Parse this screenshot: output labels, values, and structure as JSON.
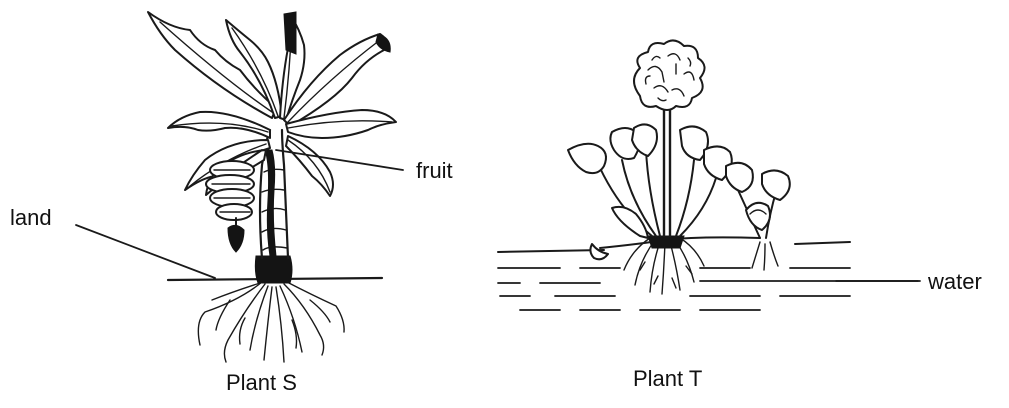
{
  "labels": {
    "land": "land",
    "fruit": "fruit",
    "water": "water",
    "plant_s": "Plant S",
    "plant_t": "Plant T"
  }
}
